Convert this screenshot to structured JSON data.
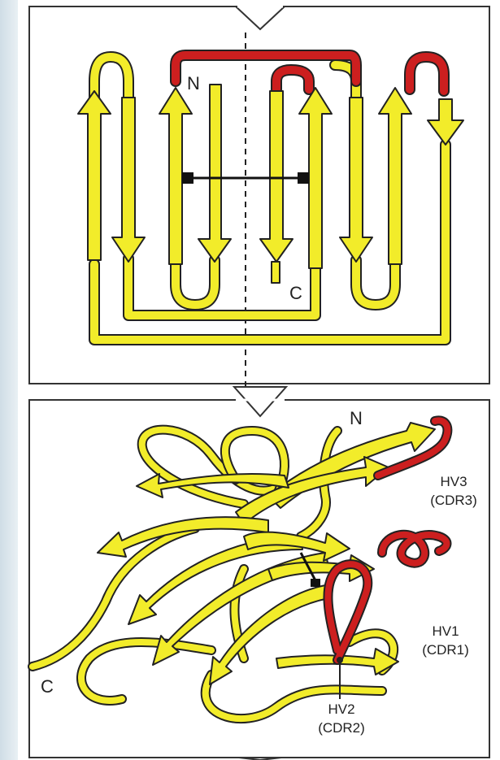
{
  "figure": {
    "topology_panel": {
      "n_terminus_label": "N",
      "c_terminus_label": "C"
    },
    "structure_panel": {
      "n_terminus_label": "N",
      "c_terminus_label": "C",
      "loops": [
        {
          "name": "HV3",
          "alias": "(CDR3)"
        },
        {
          "name": "HV1",
          "alias": "(CDR1)"
        },
        {
          "name": "HV2",
          "alias": "(CDR2)"
        }
      ]
    },
    "colors": {
      "strand_fill": "#f2ec2a",
      "outline": "#222222",
      "hypervariable_loop": "#cc1f1f",
      "disulfide_bond": "#111111",
      "panel_border": "#333333"
    }
  }
}
